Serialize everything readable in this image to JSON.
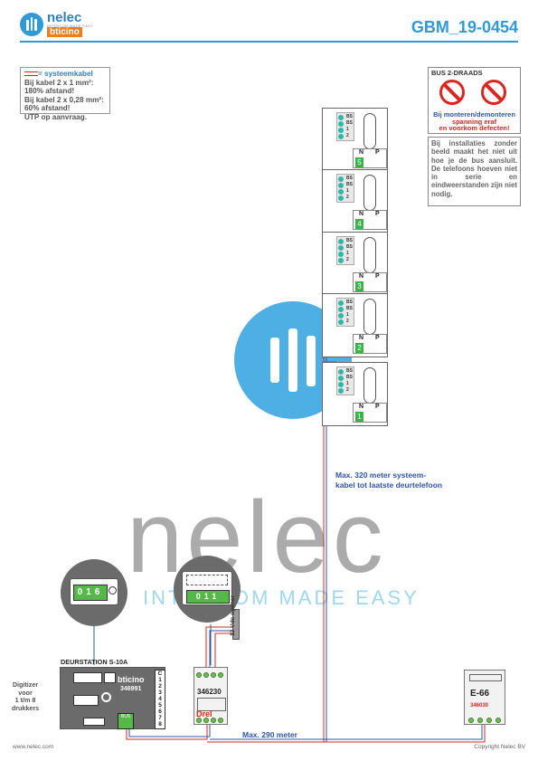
{
  "header": {
    "brand": "nelec",
    "tagline": "INTERCOM MADE EASY",
    "sub_brand": "bticino",
    "document_id": "GBM_19-0454",
    "accent_color": "#2f9ad6"
  },
  "legend": {
    "key_label": "= systeemkabel",
    "lines": [
      "Bij kabel 2 x 1 mm²:",
      "180% afstand!",
      "Bij kabel 2 x 0,28 mm²:",
      "60% afstand!",
      "UTP op aanvraag."
    ]
  },
  "warning": {
    "title": "BUS 2-DRAADS",
    "message": [
      "Bij monteren/demonteren",
      "spanning eraf",
      "en voorkom defecten!"
    ],
    "symbols": [
      "no-plug-icon",
      "no-voltage-icon"
    ],
    "color": "#d9271f"
  },
  "note": {
    "text": "Bij installaties zonder beeld maakt het niet uit hoe je de bus aansluit. De telefoons hoeven niet in serie en eindweerstanden zijn niet nodig."
  },
  "phones": [
    {
      "number": "5",
      "terminals": [
        "BS",
        "BS",
        "1",
        "2"
      ],
      "n_label": "N",
      "p_label": "P"
    },
    {
      "number": "4",
      "terminals": [
        "BS",
        "BS",
        "1",
        "2"
      ],
      "n_label": "N",
      "p_label": "P"
    },
    {
      "number": "3",
      "terminals": [
        "BS",
        "BS",
        "1",
        "2"
      ],
      "n_label": "N",
      "p_label": "P"
    },
    {
      "number": "2",
      "terminals": [
        "BS",
        "BS",
        "1",
        "2"
      ],
      "n_label": "N",
      "p_label": "P"
    },
    {
      "number": "1",
      "terminals": [
        "BS",
        "BS",
        "1",
        "2"
      ],
      "n_label": "N",
      "p_label": "P"
    }
  ],
  "labels": {
    "max_320": [
      "Max. 320 meter systeem-",
      "kabel tot laatste deurtelefoon"
    ],
    "max_290": "Max. 290 meter",
    "door_station": "DEURSTATION S-10A",
    "digitizer": [
      "Digitizer",
      "voor",
      "1 t/m 8",
      "drukkers"
    ],
    "door_code": "346991",
    "door_brand": "bticino",
    "door_terminals": [
      "C",
      "1",
      "2",
      "3",
      "4",
      "5",
      "6",
      "7",
      "8"
    ],
    "door_bus": "BUS",
    "psu_code": "346230",
    "psu_mark": "Drel",
    "lock_label": "12 Vdc opener",
    "e66_name": "E-66",
    "e66_code": "346030",
    "footer_left": "www.nelec.com",
    "footer_right": "Copyright Nelec BV"
  },
  "watermark": {
    "text": "nelec",
    "tagline": "INTERCOM MADE EASY"
  },
  "zoom_circles": {
    "left": {
      "digits": [
        "0",
        "1",
        "6"
      ]
    },
    "right": {
      "digits": [
        "0",
        "1",
        "1"
      ]
    }
  }
}
